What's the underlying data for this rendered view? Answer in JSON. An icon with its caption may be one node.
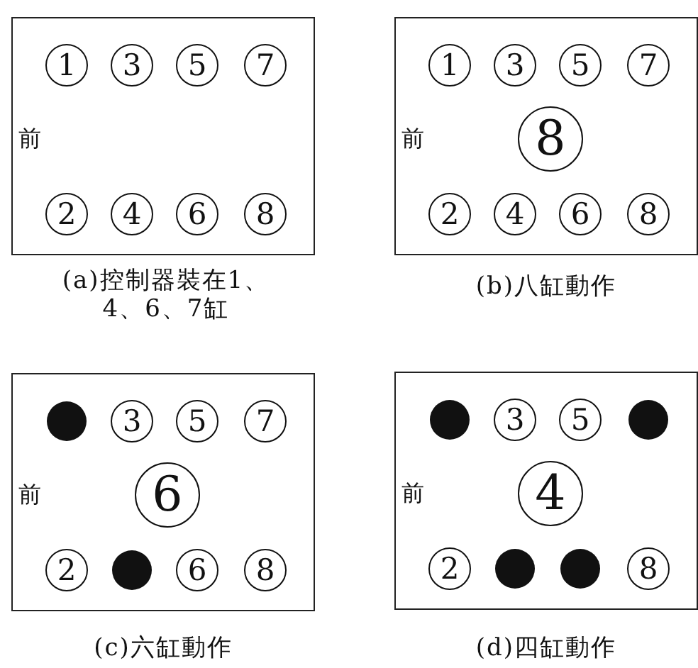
{
  "diagram": {
    "nodes": [
      {
        "text": [
          "前"
        ],
        "beside": [
          "(a)控制器裝在1、4、6、7缸"
        ]
      },
      {
        "text": [
          "1"
        ],
        "in": 0
      },
      {
        "text": [
          "3"
        ],
        "in": 0
      },
      {
        "text": [
          "5"
        ],
        "in": 0
      },
      {
        "text": [
          "7"
        ],
        "in": 0
      },
      {
        "text": [
          "2"
        ],
        "in": 0
      },
      {
        "text": [
          "4"
        ],
        "in": 0
      },
      {
        "text": [
          "6"
        ],
        "in": 0
      },
      {
        "text": [
          "8"
        ],
        "in": 0
      },
      {
        "text": [
          "前"
        ],
        "beside": [
          "(b)八缸動作"
        ]
      },
      {
        "text": [
          "1"
        ],
        "in": 9
      },
      {
        "text": [
          "3"
        ],
        "in": 9
      },
      {
        "text": [
          "5"
        ],
        "in": 9
      },
      {
        "text": [
          "7"
        ],
        "in": 9
      },
      {
        "text": [
          "8"
        ],
        "in": 9
      },
      {
        "text": [
          "2"
        ],
        "in": 9
      },
      {
        "text": [
          "4"
        ],
        "in": 9
      },
      {
        "text": [
          "6"
        ],
        "in": 9
      },
      {
        "text": [
          "8"
        ],
        "in": 9
      },
      {
        "text": [
          "前"
        ],
        "beside": [
          "(c)六缸動作"
        ]
      },
      {
        "text": [],
        "shape": "circle",
        "in": 19
      },
      {
        "text": [
          "3"
        ],
        "in": 19
      },
      {
        "text": [
          "5"
        ],
        "in": 19
      },
      {
        "text": [
          "7"
        ],
        "in": 19
      },
      {
        "text": [
          "6"
        ],
        "in": 19
      },
      {
        "text": [
          "2"
        ],
        "in": 19
      },
      {
        "text": [],
        "shape": "circle",
        "in": 19
      },
      {
        "text": [
          "6"
        ],
        "in": 19
      },
      {
        "text": [
          "8"
        ],
        "in": 19
      },
      {
        "text": [
          "前"
        ],
        "beside": [
          "(d)四缸動作"
        ]
      },
      {
        "text": [],
        "shape": "circle",
        "in": 29
      },
      {
        "text": [
          "3"
        ],
        "in": 29
      },
      {
        "text": [
          "5"
        ],
        "in": 29
      },
      {
        "text": [],
        "shape": "circle",
        "in": 29
      },
      {
        "text": [
          "4"
        ],
        "in": 29
      },
      {
        "text": [
          "2"
        ],
        "in": 29
      },
      {
        "text": [],
        "shape": "circle",
        "in": 29
      },
      {
        "text": [],
        "shape": "circle",
        "in": 29
      },
      {
        "text": [
          "8"
        ],
        "in": 29
      }
    ]
  }
}
